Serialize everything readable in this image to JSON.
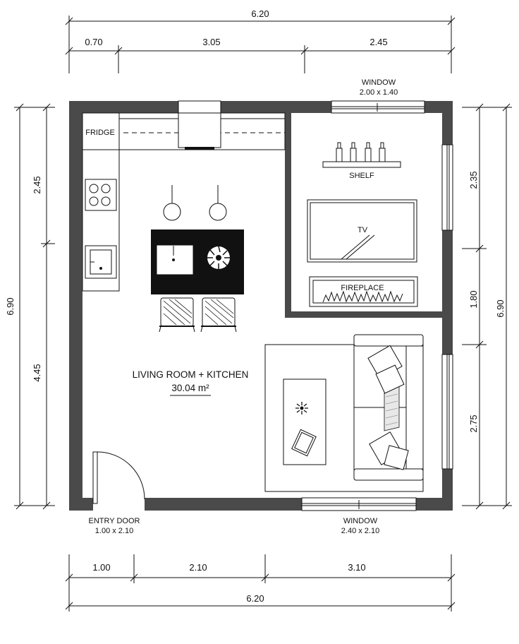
{
  "dimensions": {
    "top_total": "6.20",
    "top_segments": [
      "0.70",
      "3.05",
      "2.45"
    ],
    "bottom_segments": [
      "1.00",
      "2.10",
      "3.10"
    ],
    "bottom_total": "6.20",
    "left_segments": [
      "2.45",
      "4.45"
    ],
    "left_total": "6.90",
    "right_segments": [
      "2.35",
      "1.80",
      "2.75"
    ],
    "right_total": "6.90"
  },
  "labels": {
    "fridge": "FRIDGE",
    "shelf": "SHELF",
    "tv": "TV",
    "fireplace": "FIREPLACE",
    "room_name": "LIVING ROOM + KITCHEN",
    "room_area": "30.04 m²",
    "window_top_name": "WINDOW",
    "window_top_size": "2.00 x 1.40",
    "window_bottom_name": "WINDOW",
    "window_bottom_size": "2.40 x 2.10",
    "door_name": "ENTRY DOOR",
    "door_size": "1.00 x 2.10"
  },
  "colors": {
    "wall": "#4a4a4a",
    "island": "#111111",
    "line": "#111111"
  }
}
